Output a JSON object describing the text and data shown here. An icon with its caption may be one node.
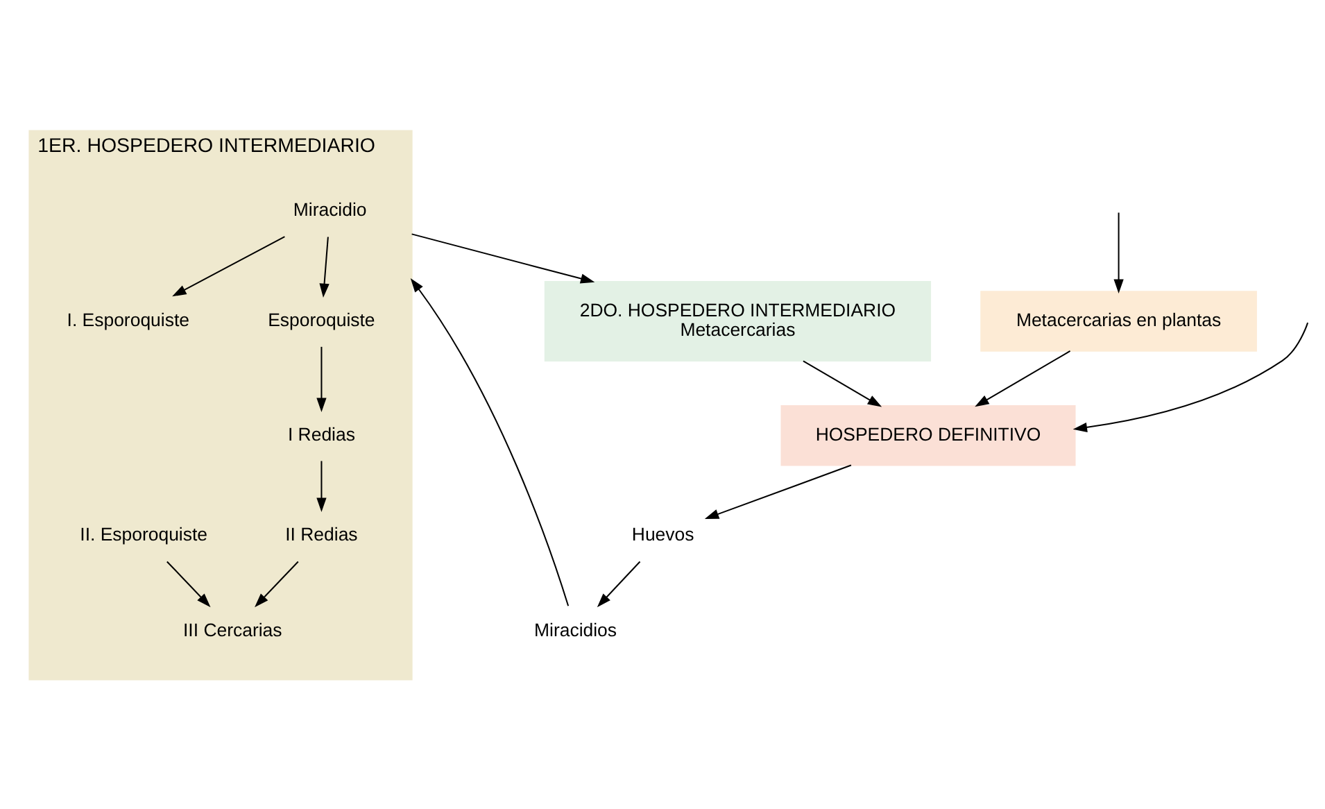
{
  "diagram": {
    "nodes": [
      {
        "text": [
          "HOSPEDERO DEFINITIVO"
        ]
      },
      {
        "text": [
          "Huevos"
        ]
      },
      {
        "text": [
          "Miracidios"
        ]
      },
      {
        "text": [
          "1ER. HOSPEDERO INTERMEDIARIO"
        ]
      },
      {
        "text": [
          "Miracidio"
        ],
        "in": 3
      },
      {
        "text": [
          "I. Esporoquiste"
        ],
        "in": 3
      },
      {
        "text": [
          "Esporoquiste"
        ],
        "in": 3
      },
      {
        "text": [
          "II. Esporoquiste"
        ],
        "in": 3
      },
      {
        "text": [
          "I Redias"
        ],
        "in": 3
      },
      {
        "text": [
          "II Redias"
        ],
        "in": 3
      },
      {
        "text": [
          "III Cercarias"
        ],
        "in": 3
      },
      {
        "text": [
          "Metacercarias en plantas"
        ]
      },
      {
        "text": [
          "2DO. HOSPEDERO INTERMEDIARIO",
          "Metacercarias"
        ]
      }
    ],
    "edges": [
      {
        "from": 0,
        "to": 1,
        "arrow": "to"
      },
      {
        "from": 1,
        "to": 2,
        "arrow": "to"
      },
      {
        "from": 2,
        "to": 3,
        "arrow": "to"
      },
      {
        "from": 4,
        "to": 5,
        "arrow": "to"
      },
      {
        "from": 4,
        "to": 6,
        "arrow": "to"
      },
      {
        "from": 6,
        "to": 8,
        "arrow": "to"
      },
      {
        "from": 8,
        "to": 9,
        "arrow": "to"
      },
      {
        "from": 9,
        "to": 10,
        "arrow": "to"
      },
      {
        "from": 7,
        "to": 10,
        "arrow": "to"
      },
      {
        "from": 3,
        "to": 12,
        "arrow": "to"
      },
      {
        "from": 12,
        "to": 0,
        "arrow": "to"
      },
      {
        "from": 11,
        "to": 0,
        "arrow": "to"
      },
      {
        "from": null,
        "to": 11,
        "arrow": "to"
      },
      {
        "from": null,
        "to": 0,
        "arrow": "to"
      }
    ]
  }
}
